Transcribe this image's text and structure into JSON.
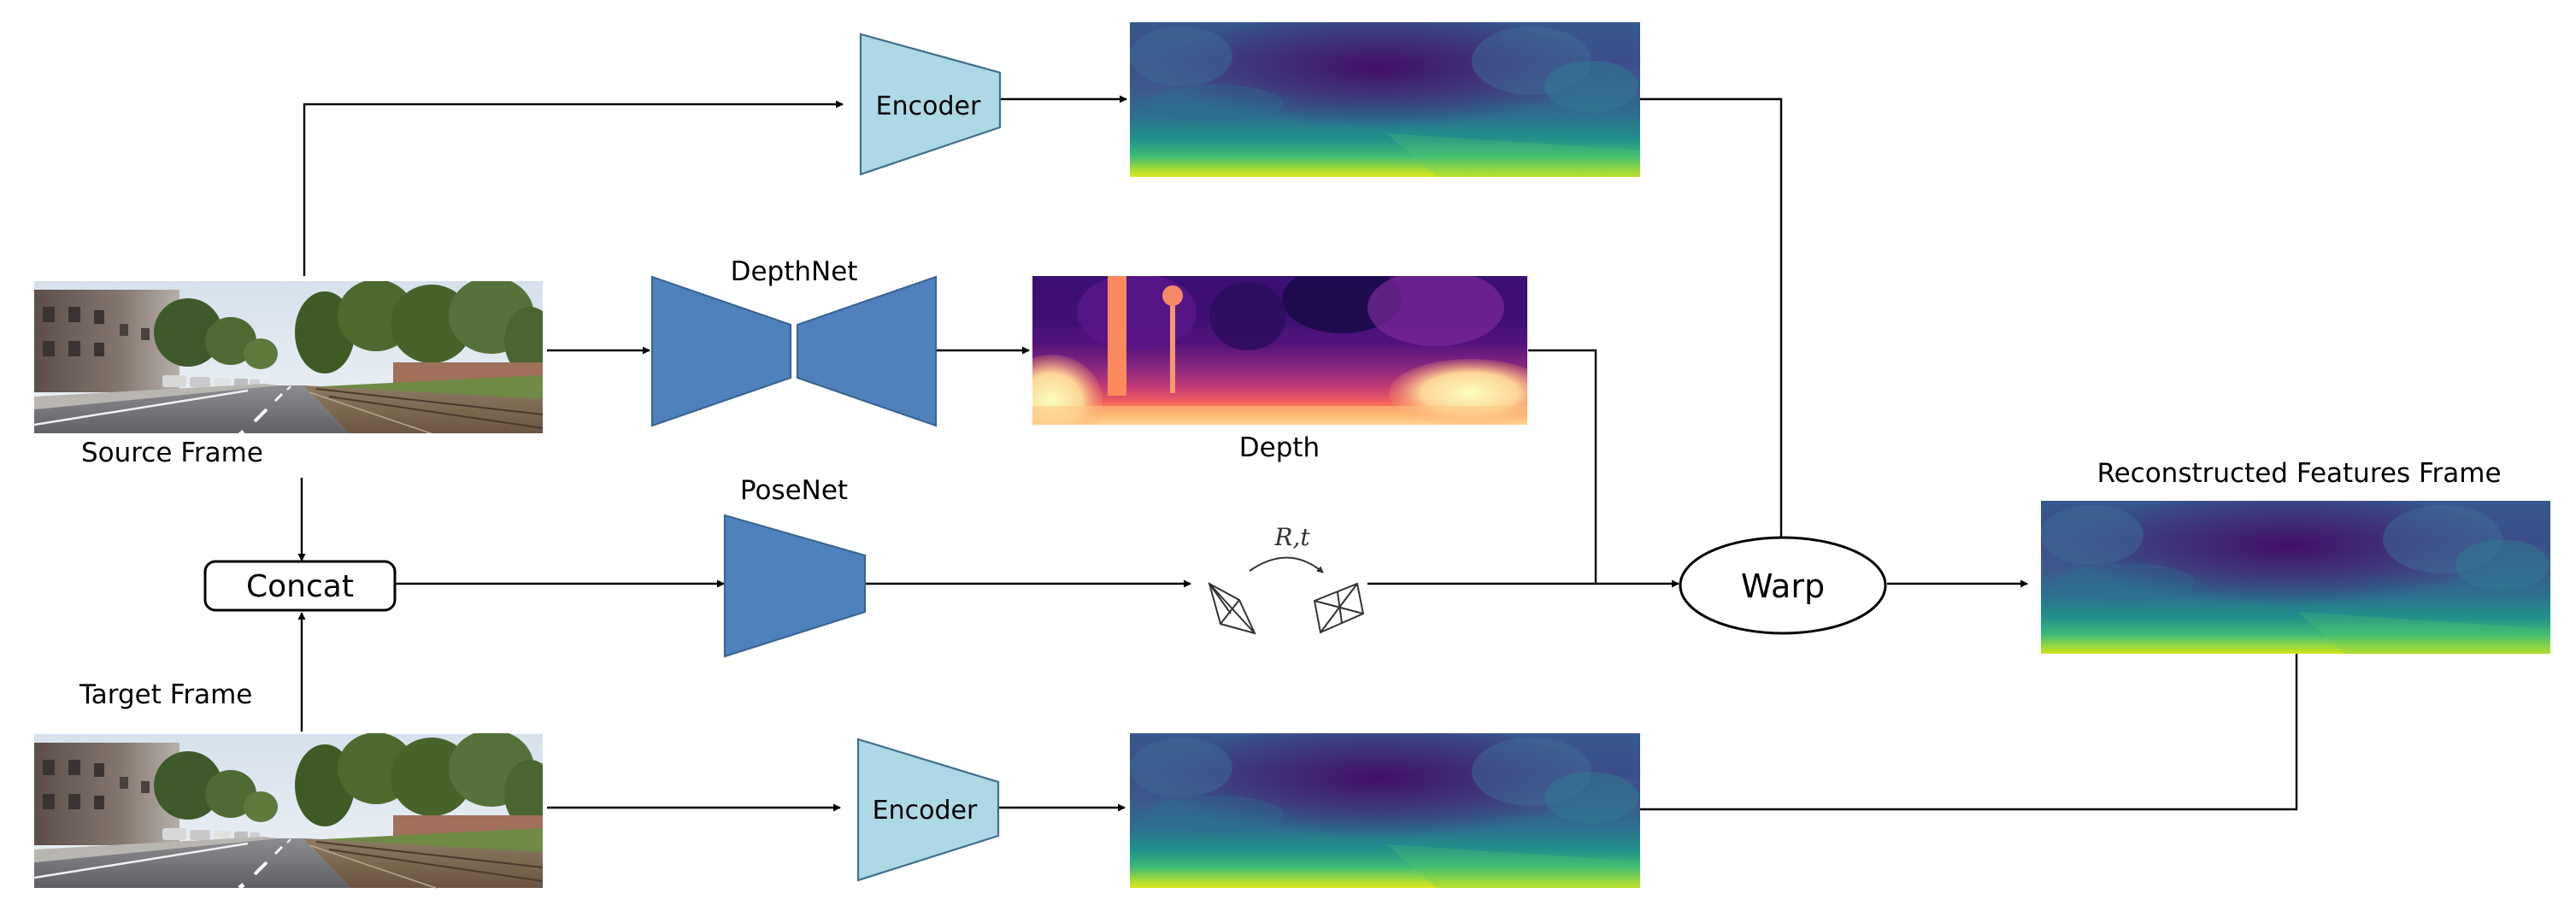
{
  "labels": {
    "source_frame": "Source Frame",
    "target_frame": "Target Frame",
    "encoder_top": "Encoder",
    "encoder_bottom": "Encoder",
    "depthnet": "DepthNet",
    "depth": "Depth",
    "posenet": "PoseNet",
    "concat": "Concat",
    "pose": "R,t",
    "warp": "Warp",
    "reconstructed": "Reconstructed Features Frame"
  },
  "colors": {
    "encoder_fill": "#add8e6",
    "network_fill": "#4f81bd",
    "network_stroke": "#3a6592",
    "line": "#000000"
  }
}
